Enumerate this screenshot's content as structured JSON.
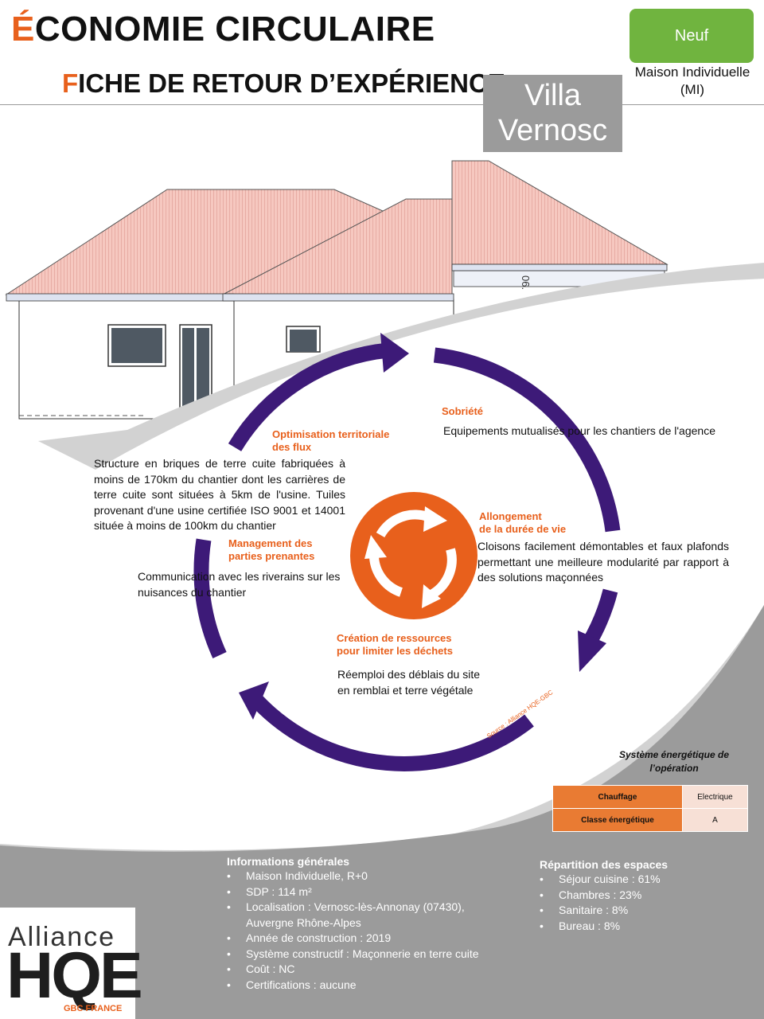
{
  "header": {
    "title_first": "É",
    "title_rest": "CONOMIE CIRCULAIRE",
    "subtitle_first": "F",
    "subtitle_rest": "ICHE DE RETOUR D’EXPÉRIENCE",
    "project_name_line1": "Villa",
    "project_name_line2": "Vernosc",
    "status_badge": "Neuf",
    "building_type_line1": "Maison Individuelle",
    "building_type_line2": "(MI)"
  },
  "illustration": {
    "dimension_label": "06."
  },
  "cycle": {
    "icon": "recycle-arrows-icon",
    "sections": [
      {
        "id": "sobriete",
        "title_lines": [
          "Sobriété"
        ],
        "text": "Equipements mutualisés pour les chantiers de l'agence"
      },
      {
        "id": "allongement",
        "title_lines": [
          "Allongement",
          "de la durée de vie"
        ],
        "text": "Cloisons facilement démontables et faux plafonds permettant une meilleure modularité par rapport à des solutions maçonnées"
      },
      {
        "id": "creation",
        "title_lines": [
          "Création de ressources",
          "pour limiter les déchets"
        ],
        "text": "Réemploi des déblais du site en remblai et terre végétale"
      },
      {
        "id": "management",
        "title_lines": [
          "Management des",
          "parties prenantes"
        ],
        "text": "Communication avec les riverains sur les nuisances du chantier"
      },
      {
        "id": "optimisation",
        "title_lines": [
          "Optimisation territoriale",
          "des flux"
        ],
        "text": "Structure en briques de terre cuite fabriquées à moins de 170km du chantier dont les carrières de terre cuite sont situées à 5km de l'usine. Tuiles provenant d'une usine certifiée ISO 9001 et 14001 située à moins de 100km du chantier"
      }
    ],
    "source": "Source : Alliance HQE-GBC"
  },
  "energy": {
    "title": "Système énergétique de l’opération",
    "rows": [
      {
        "label": "Chauffage",
        "value": "Electrique"
      },
      {
        "label": "Classe énergétique",
        "value": "A"
      }
    ]
  },
  "general_info": {
    "title": "Informations générales",
    "items": [
      "Maison Individuelle, R+0",
      "SDP : 114 m²",
      "Localisation : Vernosc-lès-Annonay (07430), Auvergne Rhône-Alpes",
      "Année de construction : 2019",
      "Système constructif : Maçonnerie en terre cuite",
      "Coût : NC",
      "Certifications : aucune"
    ]
  },
  "spaces": {
    "title": "Répartition des espaces",
    "items": [
      "Séjour cuisine : 61%",
      "Chambres : 23%",
      "Sanitaire : 8%",
      "Bureau : 8%"
    ]
  },
  "logo": {
    "line1": "Alliance",
    "line2": "HQE",
    "line3": "GBC FRANCE"
  },
  "colors": {
    "orange": "#e8601c",
    "purple": "#3d1a78",
    "green": "#70b43f",
    "grey": "#9b9b9b",
    "roof": "#f4c0b8"
  }
}
